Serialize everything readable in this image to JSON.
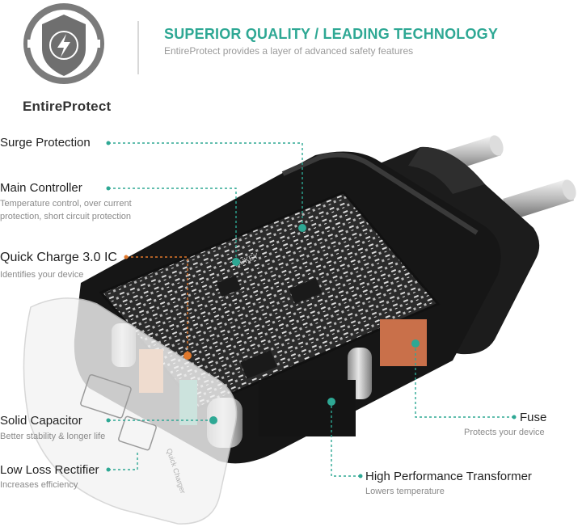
{
  "brand": {
    "name": "EntireProtect",
    "headline": "SUPERIOR QUALITY / LEADING TECHNOLOGY",
    "subline": "EntireProtect provides a layer of advanced safety features",
    "accent_color": "#2ea894",
    "logo_icon": "shield-lightning-icon"
  },
  "features": {
    "surge": {
      "label": "Surge Protection"
    },
    "controller": {
      "label": "Main Controller",
      "desc_line1": "Temperature control, over current",
      "desc_line2": "protection, short circuit protection"
    },
    "quick_charge": {
      "label": "Quick Charge 3.0 IC",
      "desc": "Identifies your device"
    },
    "capacitor": {
      "label": "Solid Capacitor",
      "desc": "Better stability & longer life"
    },
    "rectifier": {
      "label": "Low Loss  Rectifier",
      "desc": "Increases efficiency"
    },
    "fuse": {
      "label": "Fuse",
      "desc": "Protects your device"
    },
    "transformer": {
      "label": "High Performance Transformer",
      "desc": "Lowers temperature"
    }
  },
  "product": {
    "board_text": "AUKEY",
    "casing_text": "Quick Charger"
  }
}
